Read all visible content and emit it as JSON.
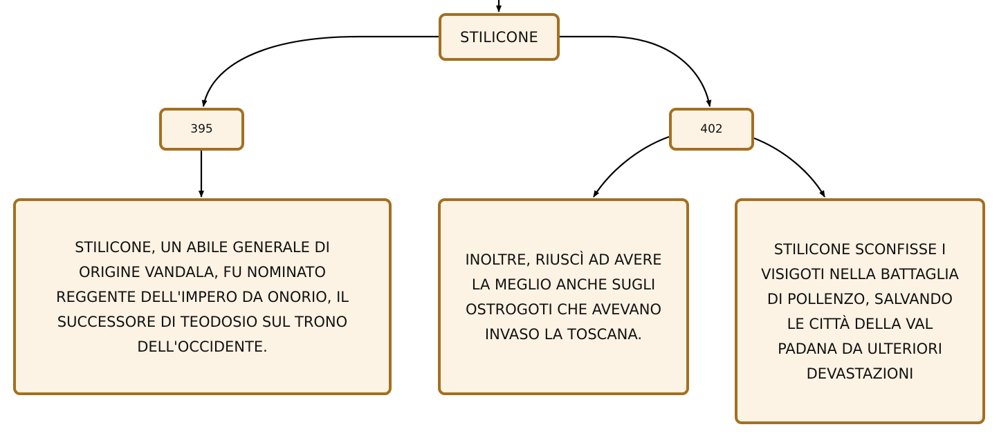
{
  "colors": {
    "node_fill": "#fdf3e4",
    "node_border": "#a46f20",
    "connector": "#000000"
  },
  "nodes": {
    "stilicone": "STILICONE",
    "year_395": "395",
    "year_402": "402",
    "desc_395": "STILICONE, UN ABILE GENERALE DI\nORIGINE VANDALA, FU NOMINATO\nREGGENTE DELL'IMPERO DA ONORIO, IL\nSUCCESSORE DI TEODOSIO SUL TRONO\nDELL'OCCIDENTE.",
    "desc_402_ostrogoti": "INOLTRE, RIUSCÌ AD AVERE\nLA MEGLIO ANCHE SUGLI\nOSTROGOTI CHE AVEVANO\nINVASO LA TOSCANA.",
    "desc_402_pollenzo": "STILICONE SCONFISSE I\nVISIGOTI NELLA BATTAGLIA\nDI POLLENZO, SALVANDO\nLE CITTÀ DELLA VAL\nPADANA DA ULTERIORI\nDEVASTAZIONI"
  }
}
